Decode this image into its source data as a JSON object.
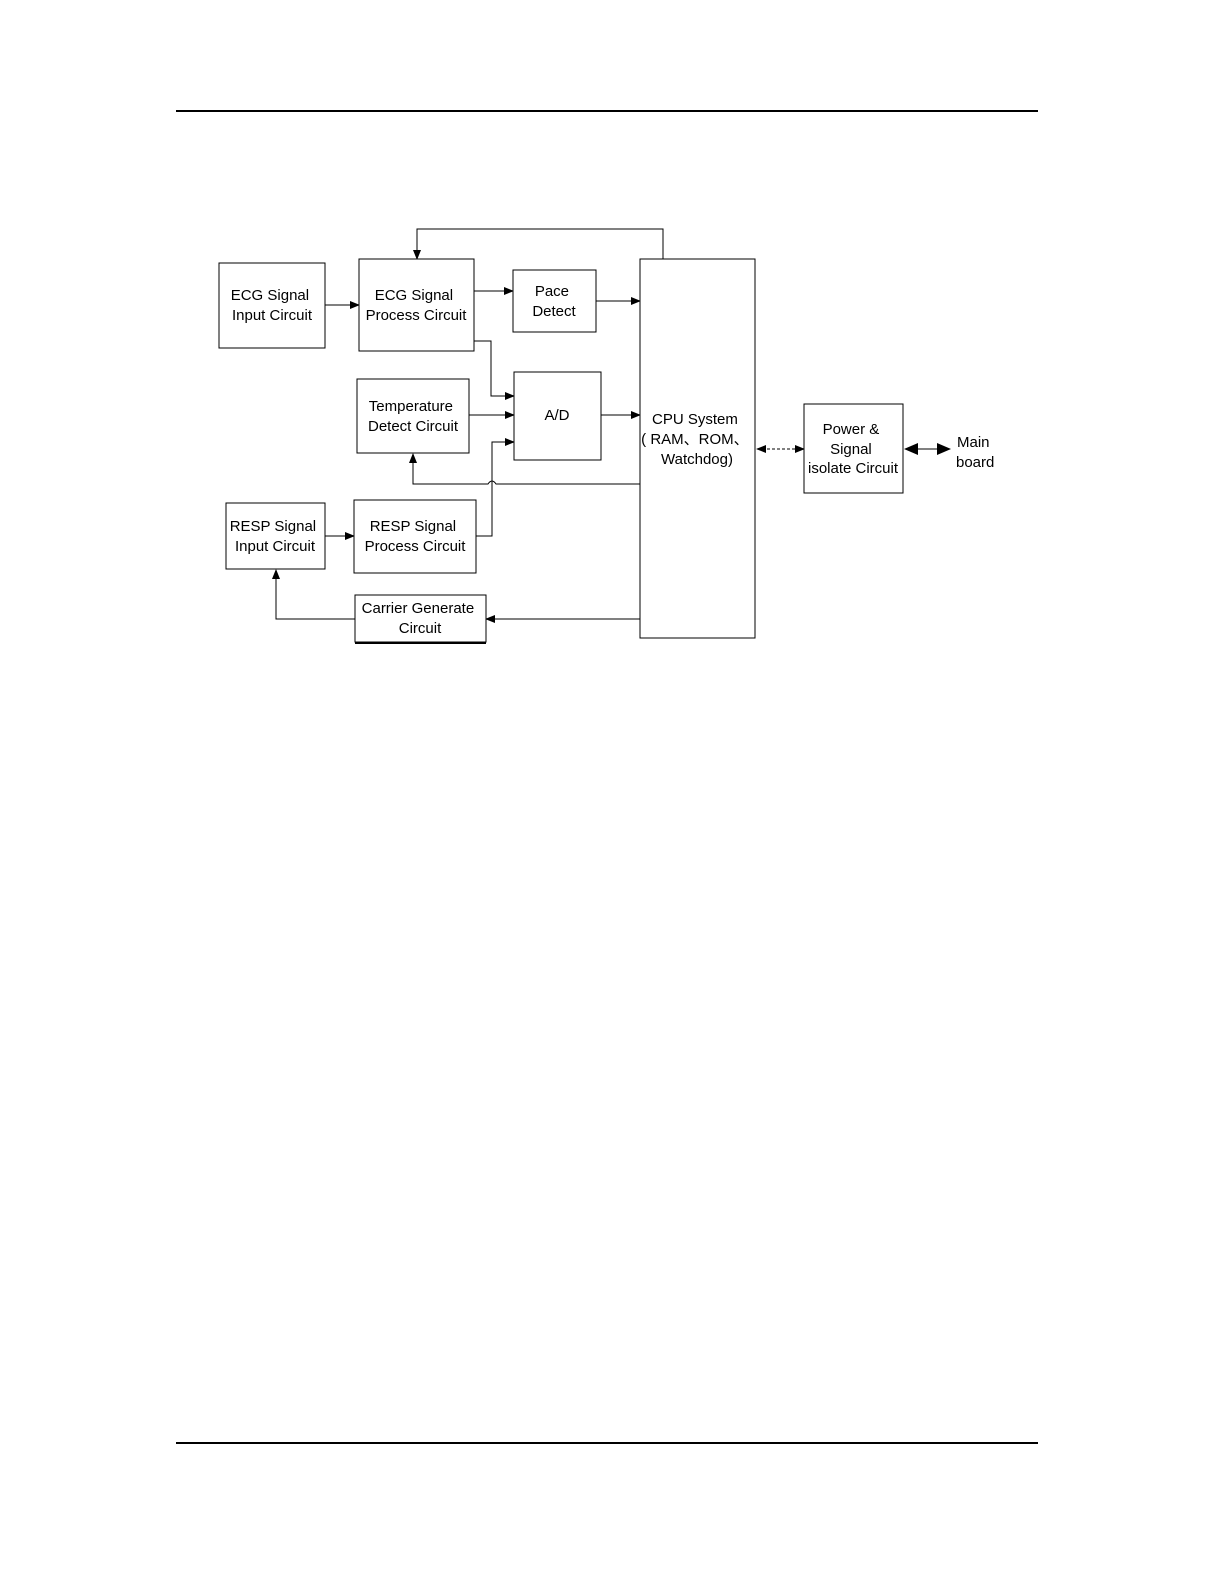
{
  "diagram": {
    "nodes": [
      {
        "id": "ecg-input",
        "lines": [
          "ECG Signal",
          "Input Circuit"
        ]
      },
      {
        "id": "ecg-process",
        "lines": [
          "ECG Signal",
          "Process Circuit"
        ]
      },
      {
        "id": "pace-detect",
        "lines": [
          "Pace",
          "Detect"
        ]
      },
      {
        "id": "temperature-detect",
        "lines": [
          "Temperature",
          "Detect Circuit"
        ]
      },
      {
        "id": "ad",
        "lines": [
          "A/D"
        ]
      },
      {
        "id": "cpu-system",
        "lines": [
          "CPU System",
          "( RAM、ROM、",
          "Watchdog)"
        ]
      },
      {
        "id": "power-isolate",
        "lines": [
          "Power &",
          "Signal",
          "isolate Circuit"
        ]
      },
      {
        "id": "resp-input",
        "lines": [
          "RESP Signal",
          "Input Circuit"
        ]
      },
      {
        "id": "resp-process",
        "lines": [
          "RESP Signal",
          "Process Circuit"
        ]
      },
      {
        "id": "carrier-generate",
        "lines": [
          "Carrier Generate",
          "Circuit"
        ]
      }
    ],
    "external_label": [
      "Main",
      "board"
    ],
    "edges": [
      {
        "from": "ecg-input",
        "to": "ecg-process"
      },
      {
        "from": "ecg-process",
        "to": "pace-detect"
      },
      {
        "from": "pace-detect",
        "to": "cpu-system"
      },
      {
        "from": "ecg-process",
        "to": "ad"
      },
      {
        "from": "temperature-detect",
        "to": "ad"
      },
      {
        "from": "ad",
        "to": "cpu-system"
      },
      {
        "from": "resp-process",
        "to": "ad"
      },
      {
        "from": "resp-input",
        "to": "resp-process"
      },
      {
        "from": "cpu-system",
        "to": "ecg-process"
      },
      {
        "from": "cpu-system",
        "to": "temperature-detect"
      },
      {
        "from": "cpu-system",
        "to": "carrier-generate"
      },
      {
        "from": "carrier-generate",
        "to": "resp-input"
      },
      {
        "from": "cpu-system",
        "to": "power-isolate",
        "style": "dashed",
        "bidirectional": true
      },
      {
        "from": "power-isolate",
        "to": "main-board",
        "style": "thick",
        "bidirectional": true
      }
    ]
  }
}
